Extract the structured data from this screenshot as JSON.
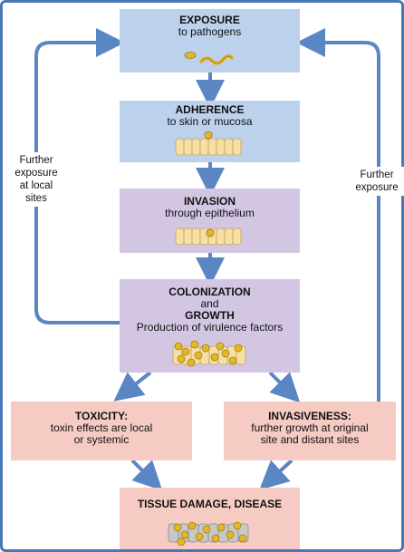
{
  "exposure": {
    "title": "EXPOSURE",
    "sub": "to pathogens"
  },
  "adherence": {
    "title": "ADHERENCE",
    "sub": "to skin or mucosa"
  },
  "invasion": {
    "title": "INVASION",
    "sub": "through epithelium"
  },
  "colonization": {
    "title": "COLONIZATION",
    "and": "and",
    "growth": "GROWTH",
    "sub": "Production of virulence factors"
  },
  "toxicity": {
    "title": "TOXICITY:",
    "line1": "toxin effects are local",
    "line2": "or systemic"
  },
  "invasiveness": {
    "title": "INVASIVENESS:",
    "line1": "further growth at original",
    "line2": "site and distant sites"
  },
  "tissue": {
    "title": "TISSUE DAMAGE, DISEASE"
  },
  "left_note": {
    "l1": "Further",
    "l2": "exposure",
    "l3": "at local",
    "l4": "sites"
  },
  "right_note": {
    "l1": "Further",
    "l2": "exposure"
  },
  "colors": {
    "arrow": "#5a86c4",
    "frame": "#4a78b6",
    "blue_box": "#bcd1ec",
    "purple_box": "#d3c6e3",
    "pink_box": "#f6cbc3",
    "bacteria": "#e2b72a",
    "cells": "#f5dfa5"
  }
}
